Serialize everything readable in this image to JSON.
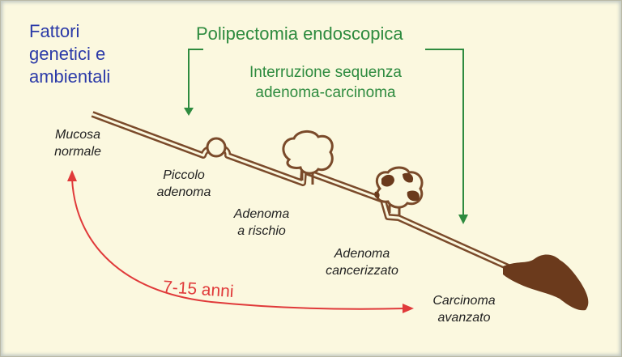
{
  "title_left": [
    "Fattori",
    "genetici e",
    "ambientali"
  ],
  "title_top": "Polipectomia endoscopica",
  "subtitle": [
    "Interruzione sequenza",
    "adenoma-carcinoma"
  ],
  "stages": {
    "s1": [
      "Mucosa",
      "normale"
    ],
    "s2": [
      "Piccolo",
      "adenoma"
    ],
    "s3": [
      "Adenoma",
      "a rischio"
    ],
    "s4": [
      "Adenoma",
      "cancerizzato"
    ],
    "s5": [
      "Carcinoma",
      "avanzato"
    ]
  },
  "duration": "7-15 anni",
  "colors": {
    "background": "#fbf8df",
    "mucosa": "#7a4a2a",
    "tumor": "#6b3a1c",
    "arrow_green": "#2e8b3f",
    "arrow_red": "#e03a3a",
    "title_blue": "#2b3aa8"
  }
}
